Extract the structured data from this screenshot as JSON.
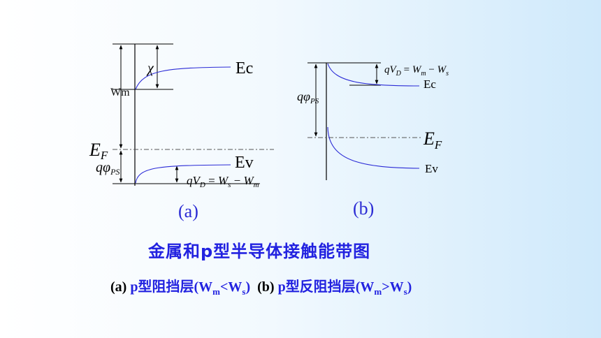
{
  "panel_a": {
    "ec_label": "Ec",
    "ev_label": "Ev",
    "chi_label": "χ",
    "wm_label": "Wm",
    "ef_label": "E",
    "ef_sub": "F",
    "phi_q": "q",
    "phi_sym": "φ",
    "phi_sub": "PS",
    "vd_q": "q",
    "vd_V": "V",
    "vd_Vsub": "D",
    "vd_eq": " = ",
    "vd_W1": "W",
    "vd_W1sub": "s",
    "vd_minus": " − ",
    "vd_W2": "W",
    "vd_W2sub": "m",
    "label": "(a)"
  },
  "panel_b": {
    "ec_label": "Ec",
    "ev_label": "Ev",
    "ef_label": "E",
    "ef_sub": "F",
    "phi_q": "q",
    "phi_sym": "φ",
    "phi_sub": "PS",
    "vd_q": "q",
    "vd_V": "V",
    "vd_Vsub": "D",
    "vd_eq": " = ",
    "vd_W1": "W",
    "vd_W1sub": "m",
    "vd_minus": " − ",
    "vd_W2": "W",
    "vd_W2sub": "s",
    "label": "(b)"
  },
  "title": "金属和p型半导体接触能带图",
  "caption": {
    "a_tag": "(a) ",
    "a_p": "p",
    "a_text": "型阻挡层",
    "a_cond_open": "(W",
    "a_cond_sub1": "m",
    "a_cond_mid": "<W",
    "a_cond_sub2": "s",
    "a_cond_close": ")",
    "gap": "  ",
    "b_tag": "(b) ",
    "b_p": "p",
    "b_text": "型反阻挡层",
    "b_cond_open": "(W",
    "b_cond_sub1": "m",
    "b_cond_mid": ">W",
    "b_cond_sub2": "s",
    "b_cond_close": ")"
  },
  "colors": {
    "band_curve": "#2a2ad6",
    "lines": "#000000",
    "fermi_dash": "#555555",
    "title": "#2222e0"
  }
}
